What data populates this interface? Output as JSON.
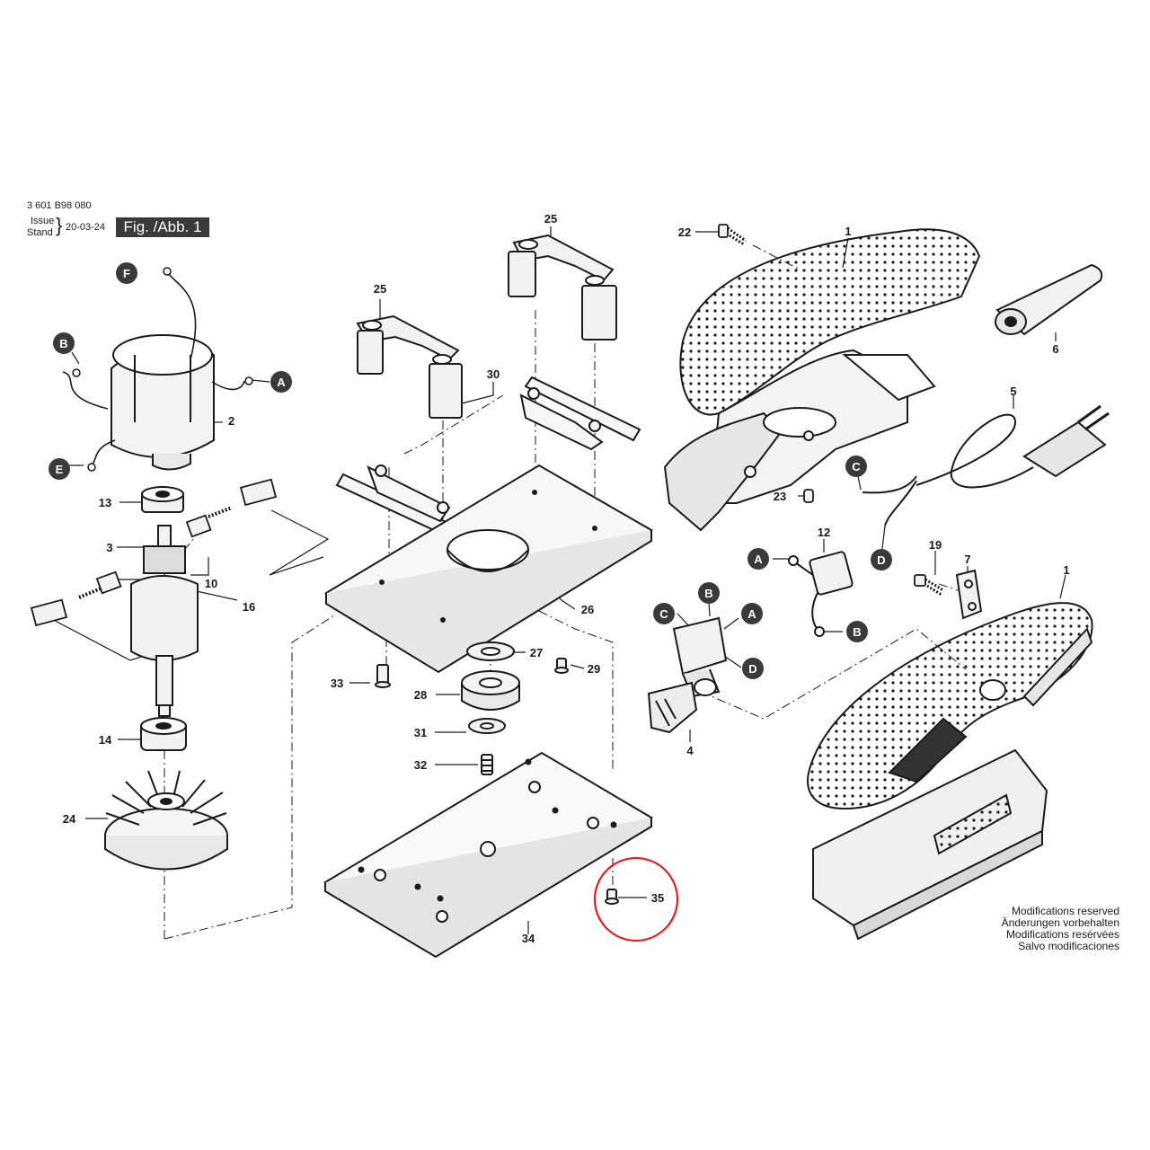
{
  "header": {
    "part_number": "3 601 B98 080",
    "issue_label": "Issue",
    "stand_label": "Stand",
    "date": "20-03-24",
    "figure_label": "Fig. /Abb. 1"
  },
  "callouts": [
    {
      "id": "c1a",
      "label": "1"
    },
    {
      "id": "c1b",
      "label": "1"
    },
    {
      "id": "c2",
      "label": "2"
    },
    {
      "id": "c3",
      "label": "3"
    },
    {
      "id": "c4",
      "label": "4"
    },
    {
      "id": "c5",
      "label": "5"
    },
    {
      "id": "c6",
      "label": "6"
    },
    {
      "id": "c7",
      "label": "7"
    },
    {
      "id": "c10",
      "label": "10"
    },
    {
      "id": "c12",
      "label": "12"
    },
    {
      "id": "c13",
      "label": "13"
    },
    {
      "id": "c14",
      "label": "14"
    },
    {
      "id": "c16",
      "label": "16"
    },
    {
      "id": "c19",
      "label": "19"
    },
    {
      "id": "c22",
      "label": "22"
    },
    {
      "id": "c23",
      "label": "23"
    },
    {
      "id": "c24",
      "label": "24"
    },
    {
      "id": "c25a",
      "label": "25"
    },
    {
      "id": "c25b",
      "label": "25"
    },
    {
      "id": "c26",
      "label": "26"
    },
    {
      "id": "c27",
      "label": "27"
    },
    {
      "id": "c28",
      "label": "28"
    },
    {
      "id": "c29",
      "label": "29"
    },
    {
      "id": "c30",
      "label": "30"
    },
    {
      "id": "c31",
      "label": "31"
    },
    {
      "id": "c32",
      "label": "32"
    },
    {
      "id": "c33",
      "label": "33"
    },
    {
      "id": "c34",
      "label": "34"
    },
    {
      "id": "c35",
      "label": "35"
    }
  ],
  "connectors": [
    {
      "id": "F1",
      "label": "F"
    },
    {
      "id": "B1",
      "label": "B"
    },
    {
      "id": "A1",
      "label": "A"
    },
    {
      "id": "E1",
      "label": "E"
    },
    {
      "id": "C1",
      "label": "C"
    },
    {
      "id": "D1",
      "label": "D"
    },
    {
      "id": "A2",
      "label": "A"
    },
    {
      "id": "B2",
      "label": "B"
    },
    {
      "id": "B3",
      "label": "B"
    },
    {
      "id": "C2",
      "label": "C"
    },
    {
      "id": "A3",
      "label": "A"
    },
    {
      "id": "D2",
      "label": "D"
    }
  ],
  "modifications": [
    "Modifications reserved",
    "Änderungen vorbehalten",
    "Modifications resérvées",
    "Salvo modificaciones"
  ],
  "colors": {
    "line": "#1a1a1a",
    "highlight": "#e02020",
    "fig_box": "#3a3a3a"
  }
}
